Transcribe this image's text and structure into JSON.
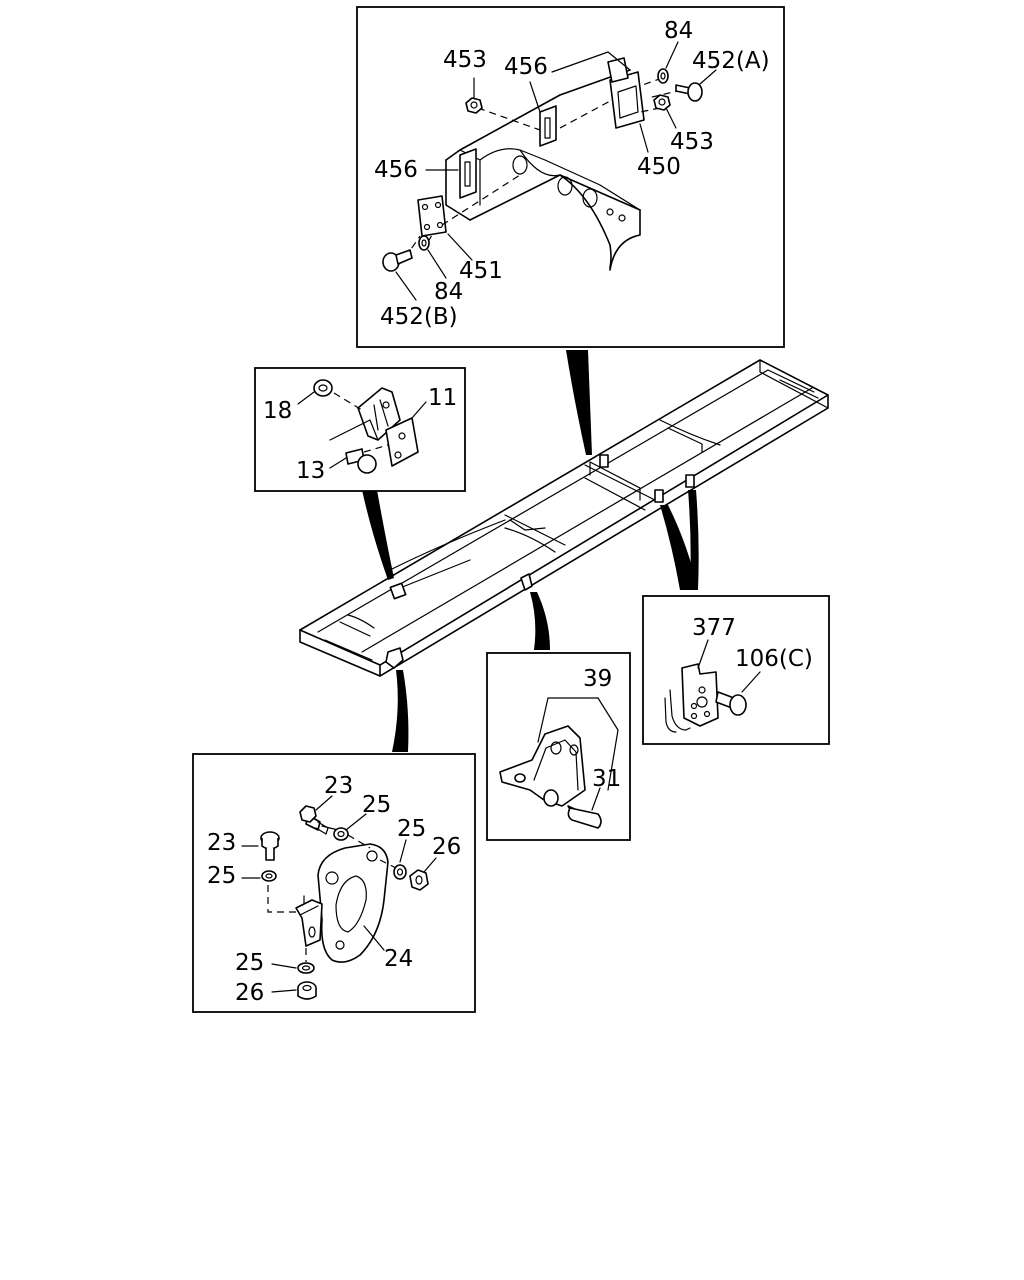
{
  "diagram": {
    "callouts": {
      "top": [
        "453",
        "456",
        "84",
        "452(A)",
        "453",
        "450",
        "456",
        "451",
        "84",
        "452(B)"
      ],
      "left_mount": [
        "18",
        "11",
        "13"
      ],
      "rear_bracket": [
        "377",
        "106(C)"
      ],
      "center_bracket": [
        "39",
        "31"
      ],
      "front_bracket": [
        "23",
        "25",
        "25",
        "26",
        "23",
        "25",
        "24",
        "25",
        "26"
      ]
    }
  }
}
